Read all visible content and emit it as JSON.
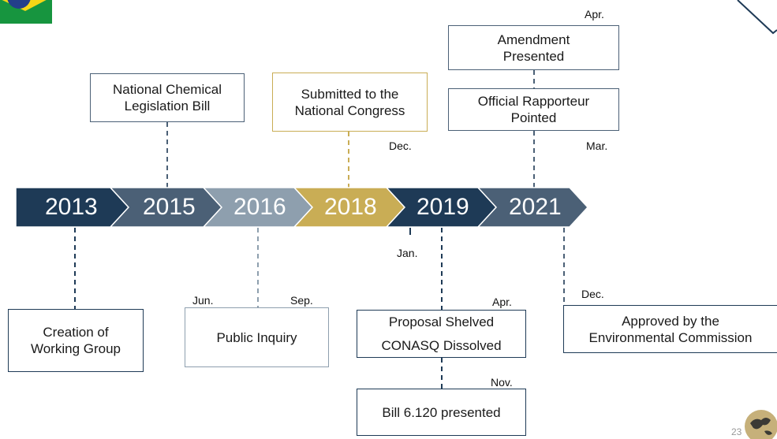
{
  "colors": {
    "navy": "#1e3a56",
    "slate": "#4b6076",
    "grey_blue": "#8e9fae",
    "gold": "#c9ad55"
  },
  "timeline": {
    "years": [
      "2013",
      "2015",
      "2016",
      "2018",
      "2019",
      "2021"
    ]
  },
  "events": {
    "creation": {
      "line1": "Creation of",
      "line2": "Working Group"
    },
    "bill": {
      "line1": "National Chemical",
      "line2": "Legislation Bill"
    },
    "inquiry": {
      "text": "Public Inquiry",
      "start": "Jun.",
      "end": "Sep."
    },
    "submitted": {
      "line1": "Submitted to the",
      "line2": "National Congress",
      "month": "Dec."
    },
    "jan": "Jan.",
    "shelved": {
      "line1": "Proposal Shelved",
      "line2": "CONASQ Dissolved",
      "month": "Apr."
    },
    "bill6120": {
      "text": "Bill 6.120 presented",
      "month": "Nov."
    },
    "amendment": {
      "line1": "Amendment",
      "line2": "Presented",
      "month": "Apr."
    },
    "rapporteur": {
      "line1": "Official Rapporteur",
      "line2": "Pointed",
      "month": "Mar."
    },
    "approved": {
      "line1": "Approved by the",
      "line2": "Environmental Commission",
      "month": "Dec."
    }
  },
  "page_number": "23",
  "decor": {
    "flag": "brazil-flag-icon",
    "globe": "globe-icon"
  }
}
